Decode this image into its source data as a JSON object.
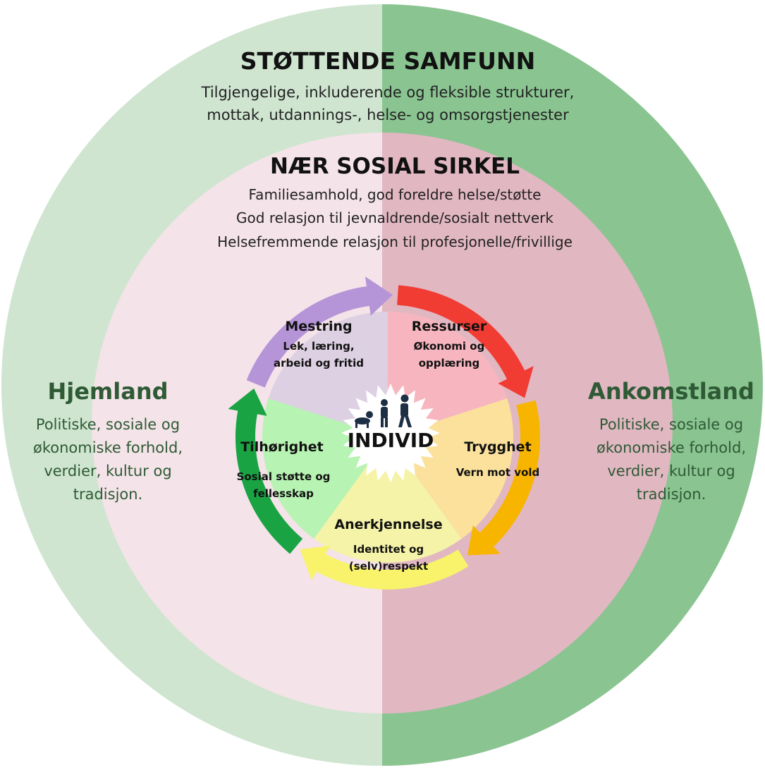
{
  "outer_ring": {
    "title": "STØTTENDE SAMFUNN",
    "description_lines": [
      "Tilgjengelige, inkluderende og fleksible strukturer,",
      "mottak, utdannings-, helse- og omsorgstjenester"
    ]
  },
  "inner_ring": {
    "title": "NÆR SOSIAL SIRKEL",
    "description_lines": [
      "Familiesamhold, god foreldre helse/støtte",
      "God relasjon til jevnaldrende/sosialt nettverk",
      "Helsefremmende relasjon til profesjonelle/frivillige"
    ]
  },
  "left_side": {
    "title": "Hjemland",
    "description_lines": [
      "Politiske, sosiale og",
      "økonomiske forhold,",
      "verdier, kultur og",
      "tradisjon."
    ]
  },
  "right_side": {
    "title": "Ankomstland",
    "description_lines": [
      "Politiske, sosiale og",
      "økonomiske forhold,",
      "verdier, kultur og",
      "tradisjon."
    ]
  },
  "segments": [
    {
      "title": "Ressurser",
      "desc_lines": [
        "Økonomi og",
        "opplæring"
      ],
      "fill": "#f7b6bf",
      "arrow": "#f03c33"
    },
    {
      "title": "Trygghet",
      "desc_lines": [
        "Vern mot vold"
      ],
      "fill": "#fbe19c",
      "arrow": "#f8b500"
    },
    {
      "title": "Anerkjennelse",
      "desc_lines": [
        "Identitet og",
        "(selv)respekt"
      ],
      "fill": "#f5f3a8",
      "arrow": "#f8f36a"
    },
    {
      "title": "Tilhørighet",
      "desc_lines": [
        "Sosial støtte og",
        "fellesskap"
      ],
      "fill": "#b7f3b2",
      "arrow": "#1aa343"
    },
    {
      "title": "Mestring",
      "desc_lines": [
        "Lek, læring,",
        "arbeid og fritid"
      ],
      "fill": "#dcd0e2",
      "arrow": "#b594d8"
    }
  ],
  "center": {
    "label": "INDIVID",
    "icon": "people-silhouettes-icon"
  },
  "colors": {
    "outer_left": "#cfe5d0",
    "outer_right": "#8ac491",
    "inner_left": "#f4e3e8",
    "inner_right": "#e1b7c2"
  }
}
